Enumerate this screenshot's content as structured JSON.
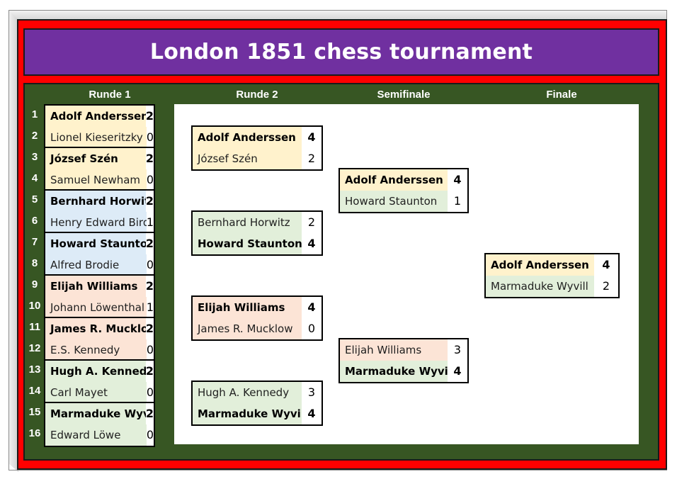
{
  "title": "London 1851 chess tournament",
  "rounds": [
    "Runde 1",
    "Runde 2",
    "Semifinale",
    "Finale"
  ],
  "seeds": [
    "1",
    "2",
    "3",
    "4",
    "5",
    "6",
    "7",
    "8",
    "9",
    "10",
    "11",
    "12",
    "13",
    "14",
    "15",
    "16"
  ],
  "colors": {
    "frame": "#ff0000",
    "title_bg": "#7030a0",
    "panel_bg": "#375623",
    "yellow": "#fff2cc",
    "blue": "#ddebf7",
    "salmon": "#fce4d6",
    "green": "#e2efda"
  },
  "round1": [
    {
      "a": {
        "name": "Adolf Anderssen",
        "score": "2"
      },
      "b": {
        "name": "Lionel Kieseritzky",
        "score": "0"
      },
      "winner": "a",
      "color": "yellow"
    },
    {
      "a": {
        "name": "József Szén",
        "score": "2"
      },
      "b": {
        "name": "Samuel Newham",
        "score": "0"
      },
      "winner": "a",
      "color": "yellow"
    },
    {
      "a": {
        "name": "Bernhard Horwitz",
        "score": "2"
      },
      "b": {
        "name": "Henry Edward Bird",
        "score": "1"
      },
      "winner": "a",
      "color": "blue"
    },
    {
      "a": {
        "name": "Howard Staunton",
        "score": "2"
      },
      "b": {
        "name": "Alfred Brodie",
        "score": "0"
      },
      "winner": "a",
      "color": "blue"
    },
    {
      "a": {
        "name": "Elijah Williams",
        "score": "2"
      },
      "b": {
        "name": "Johann Löwenthal",
        "score": "1"
      },
      "winner": "a",
      "color": "salmon"
    },
    {
      "a": {
        "name": "James R. Mucklow",
        "score": "2"
      },
      "b": {
        "name": "E.S. Kennedy",
        "score": "0"
      },
      "winner": "a",
      "color": "salmon"
    },
    {
      "a": {
        "name": "Hugh A. Kennedy",
        "score": "2"
      },
      "b": {
        "name": "Carl Mayet",
        "score": "0"
      },
      "winner": "a",
      "color": "green"
    },
    {
      "a": {
        "name": "Marmaduke Wyvill",
        "score": "2"
      },
      "b": {
        "name": "Edward Löwe",
        "score": "0"
      },
      "winner": "a",
      "color": "green"
    }
  ],
  "round2": [
    {
      "a": {
        "name": "Adolf Anderssen",
        "score": "4"
      },
      "b": {
        "name": "József Szén",
        "score": "2"
      },
      "winner": "a",
      "color": "yellow"
    },
    {
      "a": {
        "name": "Bernhard Horwitz",
        "score": "2"
      },
      "b": {
        "name": "Howard Staunton",
        "score": "4"
      },
      "winner": "b",
      "color": "green"
    },
    {
      "a": {
        "name": "Elijah Williams",
        "score": "4"
      },
      "b": {
        "name": "James R. Mucklow",
        "score": "0"
      },
      "winner": "a",
      "color": "salmon"
    },
    {
      "a": {
        "name": "Hugh A. Kennedy",
        "score": "3"
      },
      "b": {
        "name": "Marmaduke Wyvill",
        "score": "4"
      },
      "winner": "b",
      "color": "green"
    }
  ],
  "semifinal": [
    {
      "a": {
        "name": "Adolf Anderssen",
        "score": "4",
        "color": "yellow"
      },
      "b": {
        "name": "Howard Staunton",
        "score": "1",
        "color": "green"
      },
      "winner": "a"
    },
    {
      "a": {
        "name": "Elijah Williams",
        "score": "3",
        "color": "salmon"
      },
      "b": {
        "name": "Marmaduke Wyvill",
        "score": "4",
        "color": "green"
      },
      "winner": "b"
    }
  ],
  "final": [
    {
      "a": {
        "name": "Adolf Anderssen",
        "score": "4",
        "color": "yellow"
      },
      "b": {
        "name": "Marmaduke Wyvill",
        "score": "2",
        "color": "green"
      },
      "winner": "a"
    }
  ]
}
